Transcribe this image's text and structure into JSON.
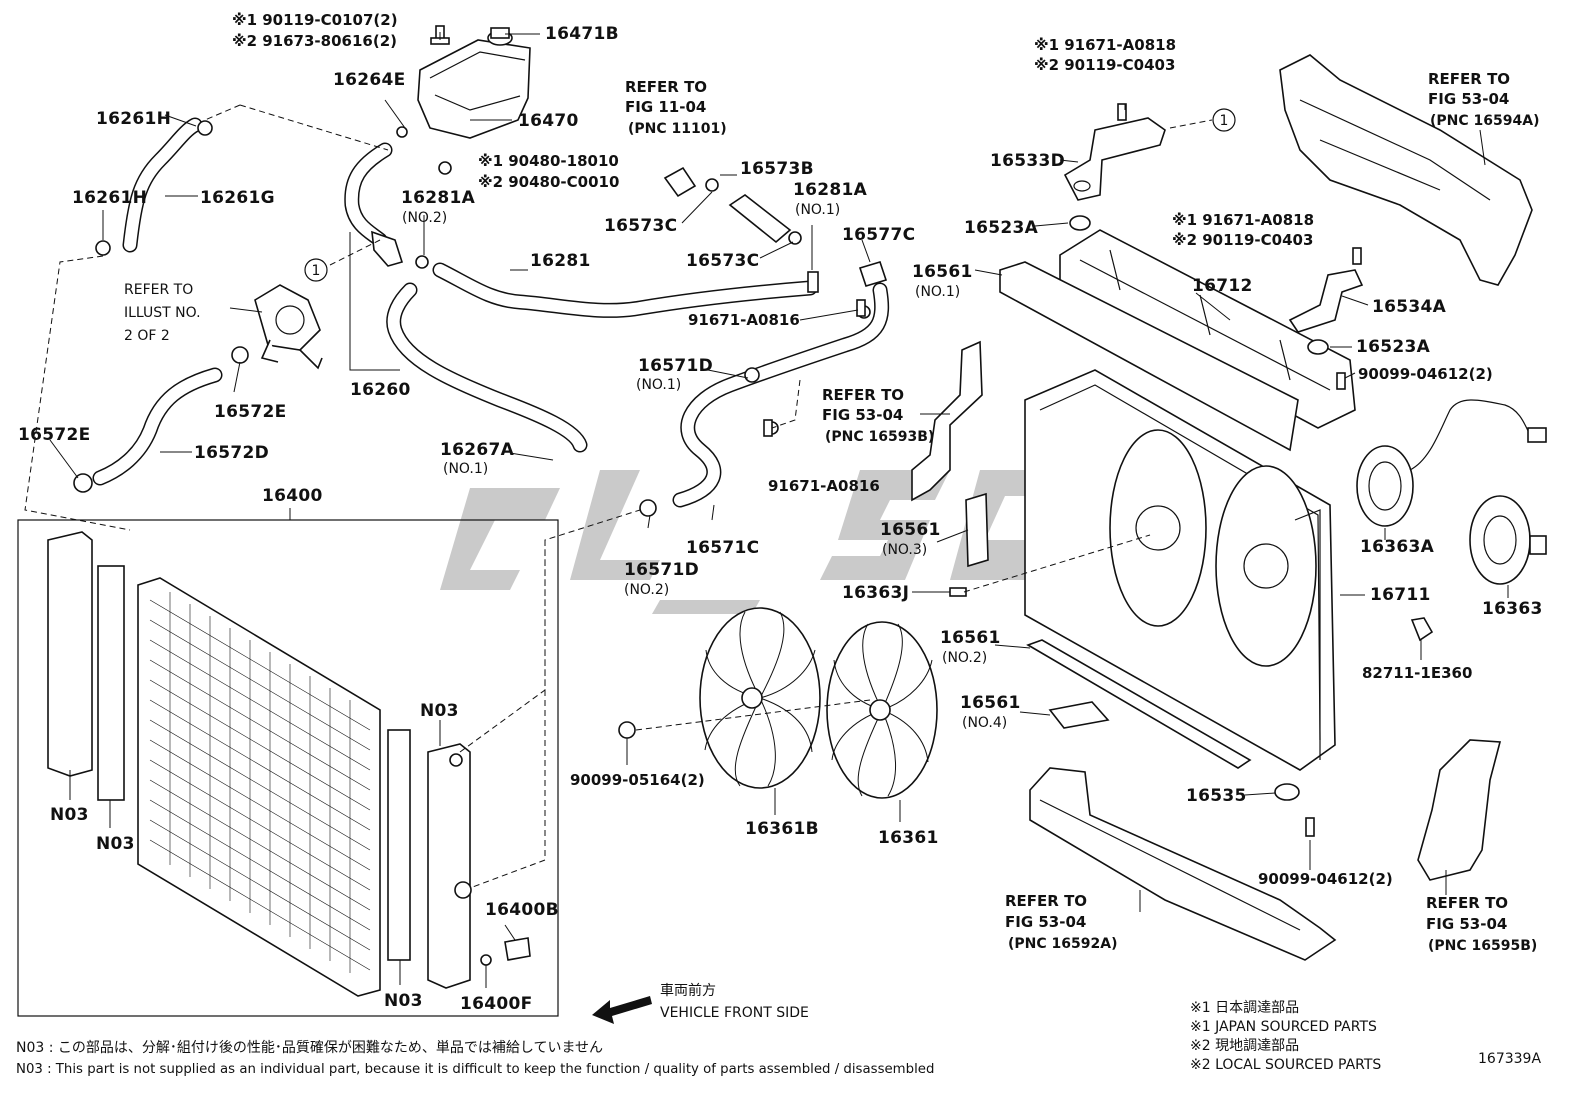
{
  "diagram_id": "167339A",
  "part_labels": {
    "p16264E": "16264E",
    "p16471B": "16471B",
    "p16470": "16470",
    "p16261H_top": "16261H",
    "p16261H_left": "16261H",
    "p16261G": "16261G",
    "p16281A_no2": "16281A",
    "p16281": "16281",
    "p16573B": "16573B",
    "p16573C_a": "16573C",
    "p16573C_b": "16573C",
    "p16281A_no1": "16281A",
    "p16577C": "16577C",
    "p91671A0816_a": "91671-A0816",
    "p91671A0816_b": "91671-A0816",
    "p16260": "16260",
    "p16572E_a": "16572E",
    "p16572E_b": "16572E",
    "p16572D": "16572D",
    "p16267A": "16267A",
    "p16571D_no1": "16571D",
    "p16571C": "16571C",
    "p16571D_no2": "16571D",
    "p16400": "16400",
    "pN03_a": "N03",
    "pN03_b": "N03",
    "pN03_c": "N03",
    "pN03_d": "N03",
    "p16400B": "16400B",
    "p16400F": "16400F",
    "p90099_05164": "90099-05164(2)",
    "p16361B": "16361B",
    "p16361": "16361",
    "p16533D": "16533D",
    "p16523A_a": "16523A",
    "p16523A_b": "16523A",
    "p16561_no1": "16561",
    "p16712": "16712",
    "p16534A": "16534A",
    "p90099_04612_a": "90099-04612(2)",
    "p90099_04612_b": "90099-04612(2)",
    "p16561_no3": "16561",
    "p16363J": "16363J",
    "p16561_no2": "16561",
    "p16561_no4": "16561",
    "p16535": "16535",
    "p16363A": "16363A",
    "p16711": "16711",
    "p16363": "16363",
    "p82711": "82711-1E360"
  },
  "sub_labels": {
    "no2_16281A": "(NO.2)",
    "no1_16281A": "(NO.1)",
    "no1_16267A": "(NO.1)",
    "no1_16571D": "(NO.1)",
    "no2_16571D": "(NO.2)",
    "no1_16561": "(NO.1)",
    "no3_16561": "(NO.3)",
    "no2_16561": "(NO.2)",
    "no4_16561": "(NO.4)"
  },
  "alt_numbers": {
    "top_left_1": "※1 90119-C0107(2)",
    "top_left_2": "※2 91673-80616(2)",
    "mid_left_1": "※1 90480-18010",
    "mid_left_2": "※2 90480-C0010",
    "top_right_1": "※1 91671-A0818",
    "top_right_2": "※2 90119-C0403",
    "mid_right_1": "※1 91671-A0818",
    "mid_right_2": "※2 90119-C0403"
  },
  "callout_symbol": "1",
  "refer_blocks": {
    "fig11": [
      "REFER TO",
      "FIG 11-04",
      "(PNC 11101)"
    ],
    "illust": [
      "REFER TO",
      "ILLUST NO.",
      "2 OF 2"
    ],
    "fig53_16593B": [
      "REFER TO",
      "FIG 53-04",
      "(PNC 16593B)"
    ],
    "fig53_16594A": [
      "REFER TO",
      "FIG 53-04",
      "(PNC 16594A)"
    ],
    "fig53_16592A": [
      "REFER TO",
      "FIG 53-04",
      "(PNC 16592A)"
    ],
    "fig53_16595B": [
      "REFER TO",
      "FIG 53-04",
      "(PNC 16595B)"
    ]
  },
  "direction": {
    "jp": "車両前方",
    "en": "VEHICLE FRONT SIDE"
  },
  "legend": [
    "※1  日本調達部品",
    "※1  JAPAN SOURCED PARTS",
    "※2  現地調達部品",
    "※2  LOCAL SOURCED PARTS"
  ],
  "footnotes": [
    "N03 : この部品は、分解･組付け後の性能･品質確保が困難なため、単品では補給していません",
    "N03 : This part is not supplied as an individual part, because it is difficult to keep the function / quality of parts  assembled / disassembled"
  ],
  "colors": {
    "ink": "#111111",
    "watermark": "#8a8a8a",
    "background": "#ffffff"
  }
}
